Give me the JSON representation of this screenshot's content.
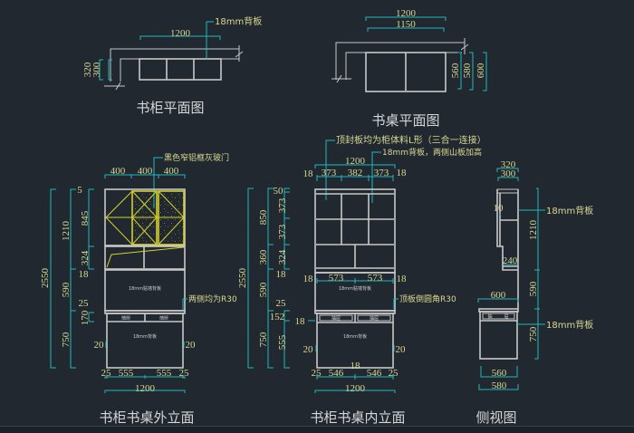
{
  "colors": {
    "background": "#212830",
    "furniture_lines": "#c8c8c8",
    "dimension_lines": "#1fb8c0",
    "dimension_text": "#d8d890",
    "glass_door": "#d4d030",
    "titles": "#d6d6d6"
  },
  "views": {
    "bookcase_plan": {
      "title": "书柜平面图",
      "note": "18mm背板",
      "dims": {
        "width": "1200",
        "depth_outer": "320",
        "depth_inner": "300"
      }
    },
    "desk_plan": {
      "title": "书桌平面图",
      "dims": {
        "width_outer": "1200",
        "width_inner": "1150",
        "depth_a": "560",
        "depth_b": "580",
        "depth_c": "600"
      }
    },
    "outer_elevation": {
      "title": "书柜书桌外立面",
      "note_door": "黑色窄铝框灰玻门",
      "note_radius": "两侧均为R30",
      "back_panel_upper": "18mm贴墙背板",
      "back_panel_lower": "18mm背板",
      "drawer_labels": [
        "抽屉",
        "抽屉"
      ],
      "top_dims": [
        "400",
        "400",
        "400"
      ],
      "left_dims_outer": [
        "2550"
      ],
      "left_dims_mid": [
        "1210",
        "590",
        "750"
      ],
      "left_dims_inner": [
        "5",
        "845",
        "324",
        "18",
        "25",
        "170"
      ],
      "side_gaps": [
        "20",
        "20"
      ],
      "bottom_dims": [
        "25",
        "555",
        "555",
        "25"
      ],
      "total_width": "1200"
    },
    "inner_elevation": {
      "title": "书柜书桌内立面",
      "note_top": "顶封板均为柜体料L形（三合一连接）",
      "note_back": "18mm背板，两侧山板加高",
      "note_radius": "顶板倒圆角R30",
      "back_panel_upper": "18mm贴墙背板",
      "back_panel_lower": "18mm背板",
      "drawer_labels": [
        "抽屉",
        "抽屉"
      ],
      "top_total": "1200",
      "top_dims": [
        "18",
        "373",
        "382",
        "373",
        "18"
      ],
      "mid_dims": [
        "18",
        "573",
        "573",
        "18"
      ],
      "left_dims_outer": [
        "2550"
      ],
      "left_dims_mid": [
        "850",
        "360",
        "590",
        "750"
      ],
      "left_dims_inner": [
        "50",
        "373",
        "373",
        "324",
        "18",
        "25",
        "152",
        "555"
      ],
      "desk_side_dim": "18",
      "side_gaps": [
        "20",
        "20"
      ],
      "center_dim": "18",
      "bottom_dims": [
        "25",
        "546",
        "546",
        "25"
      ],
      "total_width": "1200"
    },
    "side_view": {
      "title": "侧视图",
      "note_upper": "18mm背板",
      "note_lower": "18mm背板",
      "top_dims": [
        "320",
        "300"
      ],
      "shelf_dim": "10",
      "step_dim": "240",
      "right_dims": [
        "1210",
        "590",
        "750"
      ],
      "desk_depth": "600",
      "bottom_dims": [
        "560",
        "580"
      ],
      "drawer_labels": [
        "抽",
        "屉"
      ]
    }
  }
}
